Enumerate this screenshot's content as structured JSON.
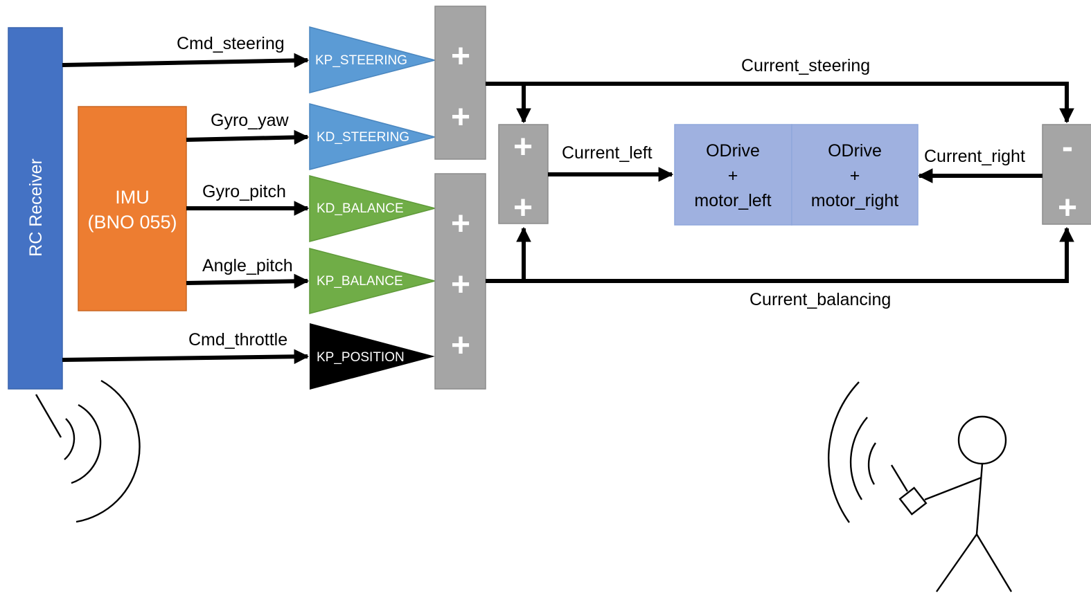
{
  "colors": {
    "rc_blue": "#4472c4",
    "imu_orange": "#ed7d31",
    "gain_blue": "#5b9bd5",
    "gain_green": "#70ad47",
    "gain_black": "#000000",
    "summer_gray": "#a5a5a5",
    "odrive_fill": "#9fb1e0",
    "odrive_border": "#8fa7dc"
  },
  "blocks": {
    "rc_receiver": "RC Receiver",
    "imu_line1": "IMU",
    "imu_line2": "(BNO 055)",
    "odrive_left": {
      "line1": "ODrive",
      "line2": "+",
      "line3": "motor_left"
    },
    "odrive_right": {
      "line1": "ODrive",
      "line2": "+",
      "line3": "motor_right"
    }
  },
  "gains": {
    "kp_steering": "KP_STEERING",
    "kd_steering": "KD_STEERING",
    "kd_balance": "KD_BALANCE",
    "kp_balance": "KP_BALANCE",
    "kp_position": "KP_POSITION"
  },
  "signals": {
    "cmd_steering": "Cmd_steering",
    "gyro_yaw": "Gyro_yaw",
    "gyro_pitch": "Gyro_pitch",
    "angle_pitch": "Angle_pitch",
    "cmd_throttle": "Cmd_throttle",
    "current_steering": "Current_steering",
    "current_balancing": "Current_balancing",
    "current_left": "Current_left",
    "current_right": "Current_right"
  },
  "summers": {
    "steering_sum": [
      "+",
      "+"
    ],
    "balance_sum": [
      "+",
      "+",
      "+"
    ],
    "left_sum": [
      "+",
      "+"
    ],
    "right_sum": [
      "-",
      "+"
    ]
  },
  "icons": {
    "receiver_antenna": "antenna-wave-icon",
    "operator": "stick-figure-remote-icon"
  }
}
